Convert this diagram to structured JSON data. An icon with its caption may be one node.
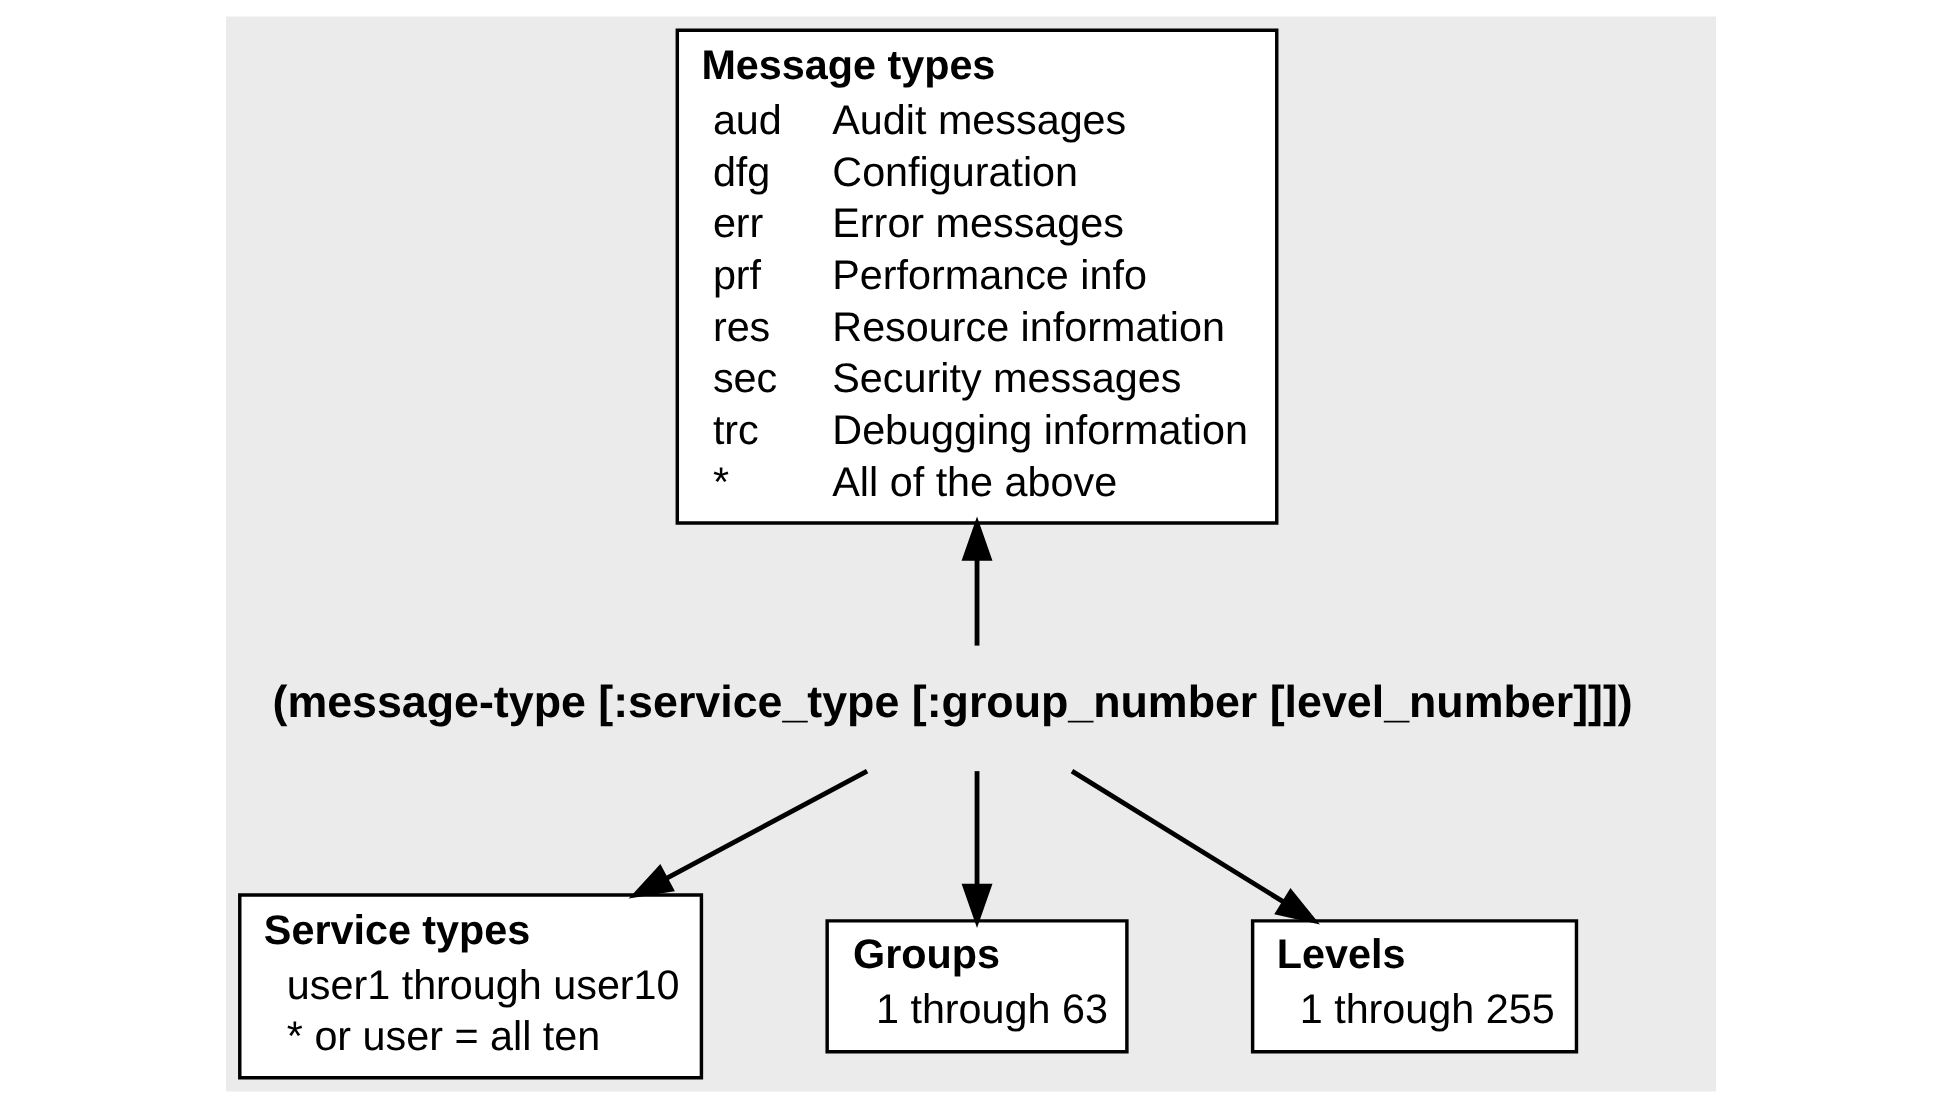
{
  "diagram": {
    "nodes": [
      {
        "text": [
          "Message types",
          "aud",
          "Audit messages",
          "dfg",
          "Configuration",
          "err",
          "Error messages",
          "prf",
          "Performance info",
          "res",
          "Resource information",
          "sec",
          "Security messages",
          "trc",
          "Debugging information",
          "*",
          "All of the above"
        ]
      },
      {
        "text": [
          "(message-type [:service_type [:group_number [level_number]]])"
        ]
      },
      {
        "text": [
          "Service types",
          "user1 through user10",
          "* or user = all ten"
        ]
      },
      {
        "text": [
          "Groups",
          "1 through 63"
        ]
      },
      {
        "text": [
          "Levels",
          "1 through 255"
        ]
      }
    ],
    "edges": [
      {
        "from": 1,
        "to": 0,
        "arrow": "to"
      },
      {
        "from": 1,
        "to": 2,
        "arrow": "to"
      },
      {
        "from": 1,
        "to": 3,
        "arrow": "to"
      },
      {
        "from": 1,
        "to": 4,
        "arrow": "to"
      }
    ]
  }
}
